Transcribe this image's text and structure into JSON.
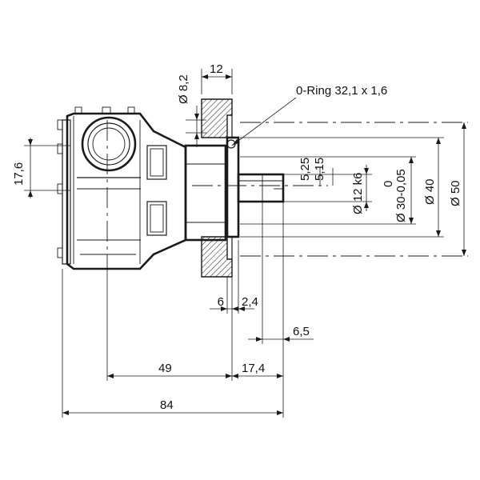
{
  "dimensions": {
    "d1": "Ø 8,2",
    "d2": "12",
    "d3": "0-Ring 32,1 x 1,6",
    "d4": "17,6",
    "d5": "5,25",
    "d6": "5,15",
    "d7": "Ø 12 k6",
    "d8": "0",
    "d9": "Ø 30-0,05",
    "d10": "Ø 40",
    "d11": "Ø 50",
    "d12": "6",
    "d13": "2,4",
    "d14": "6,5",
    "d15": "49",
    "d16": "17,4",
    "d17": "84"
  }
}
